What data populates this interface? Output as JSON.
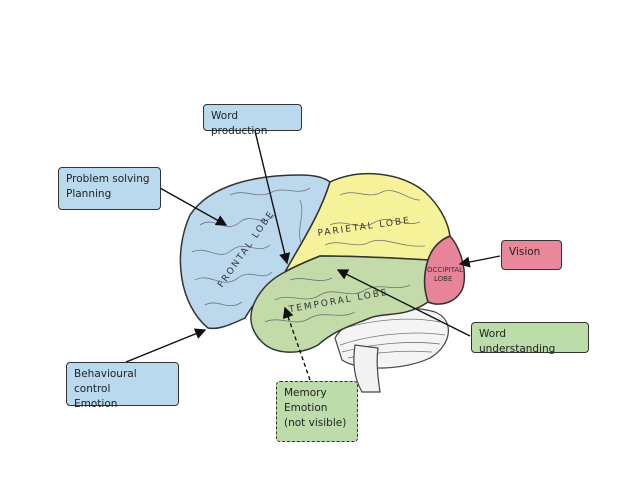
{
  "labels": {
    "word_production": "Word production",
    "problem_solving": "Problem solving\nPlanning",
    "vision": "Vision",
    "word_understanding": "Word understanding",
    "behavioural": "Behavioural control\nEmotion",
    "memory": "Memory\nEmotion\n(not visible)"
  },
  "lobes": {
    "frontal": "FRONTAL LOBE",
    "parietal": "PARIETAL LOBE",
    "temporal": "TEMPORAL LOBE",
    "occipital_1": "OCCIPITAL",
    "occipital_2": "LOBE"
  },
  "colors": {
    "frontal": "#bcd8ec",
    "parietal": "#f6f29a",
    "temporal": "#c3dba8",
    "occipital": "#e8849a"
  }
}
